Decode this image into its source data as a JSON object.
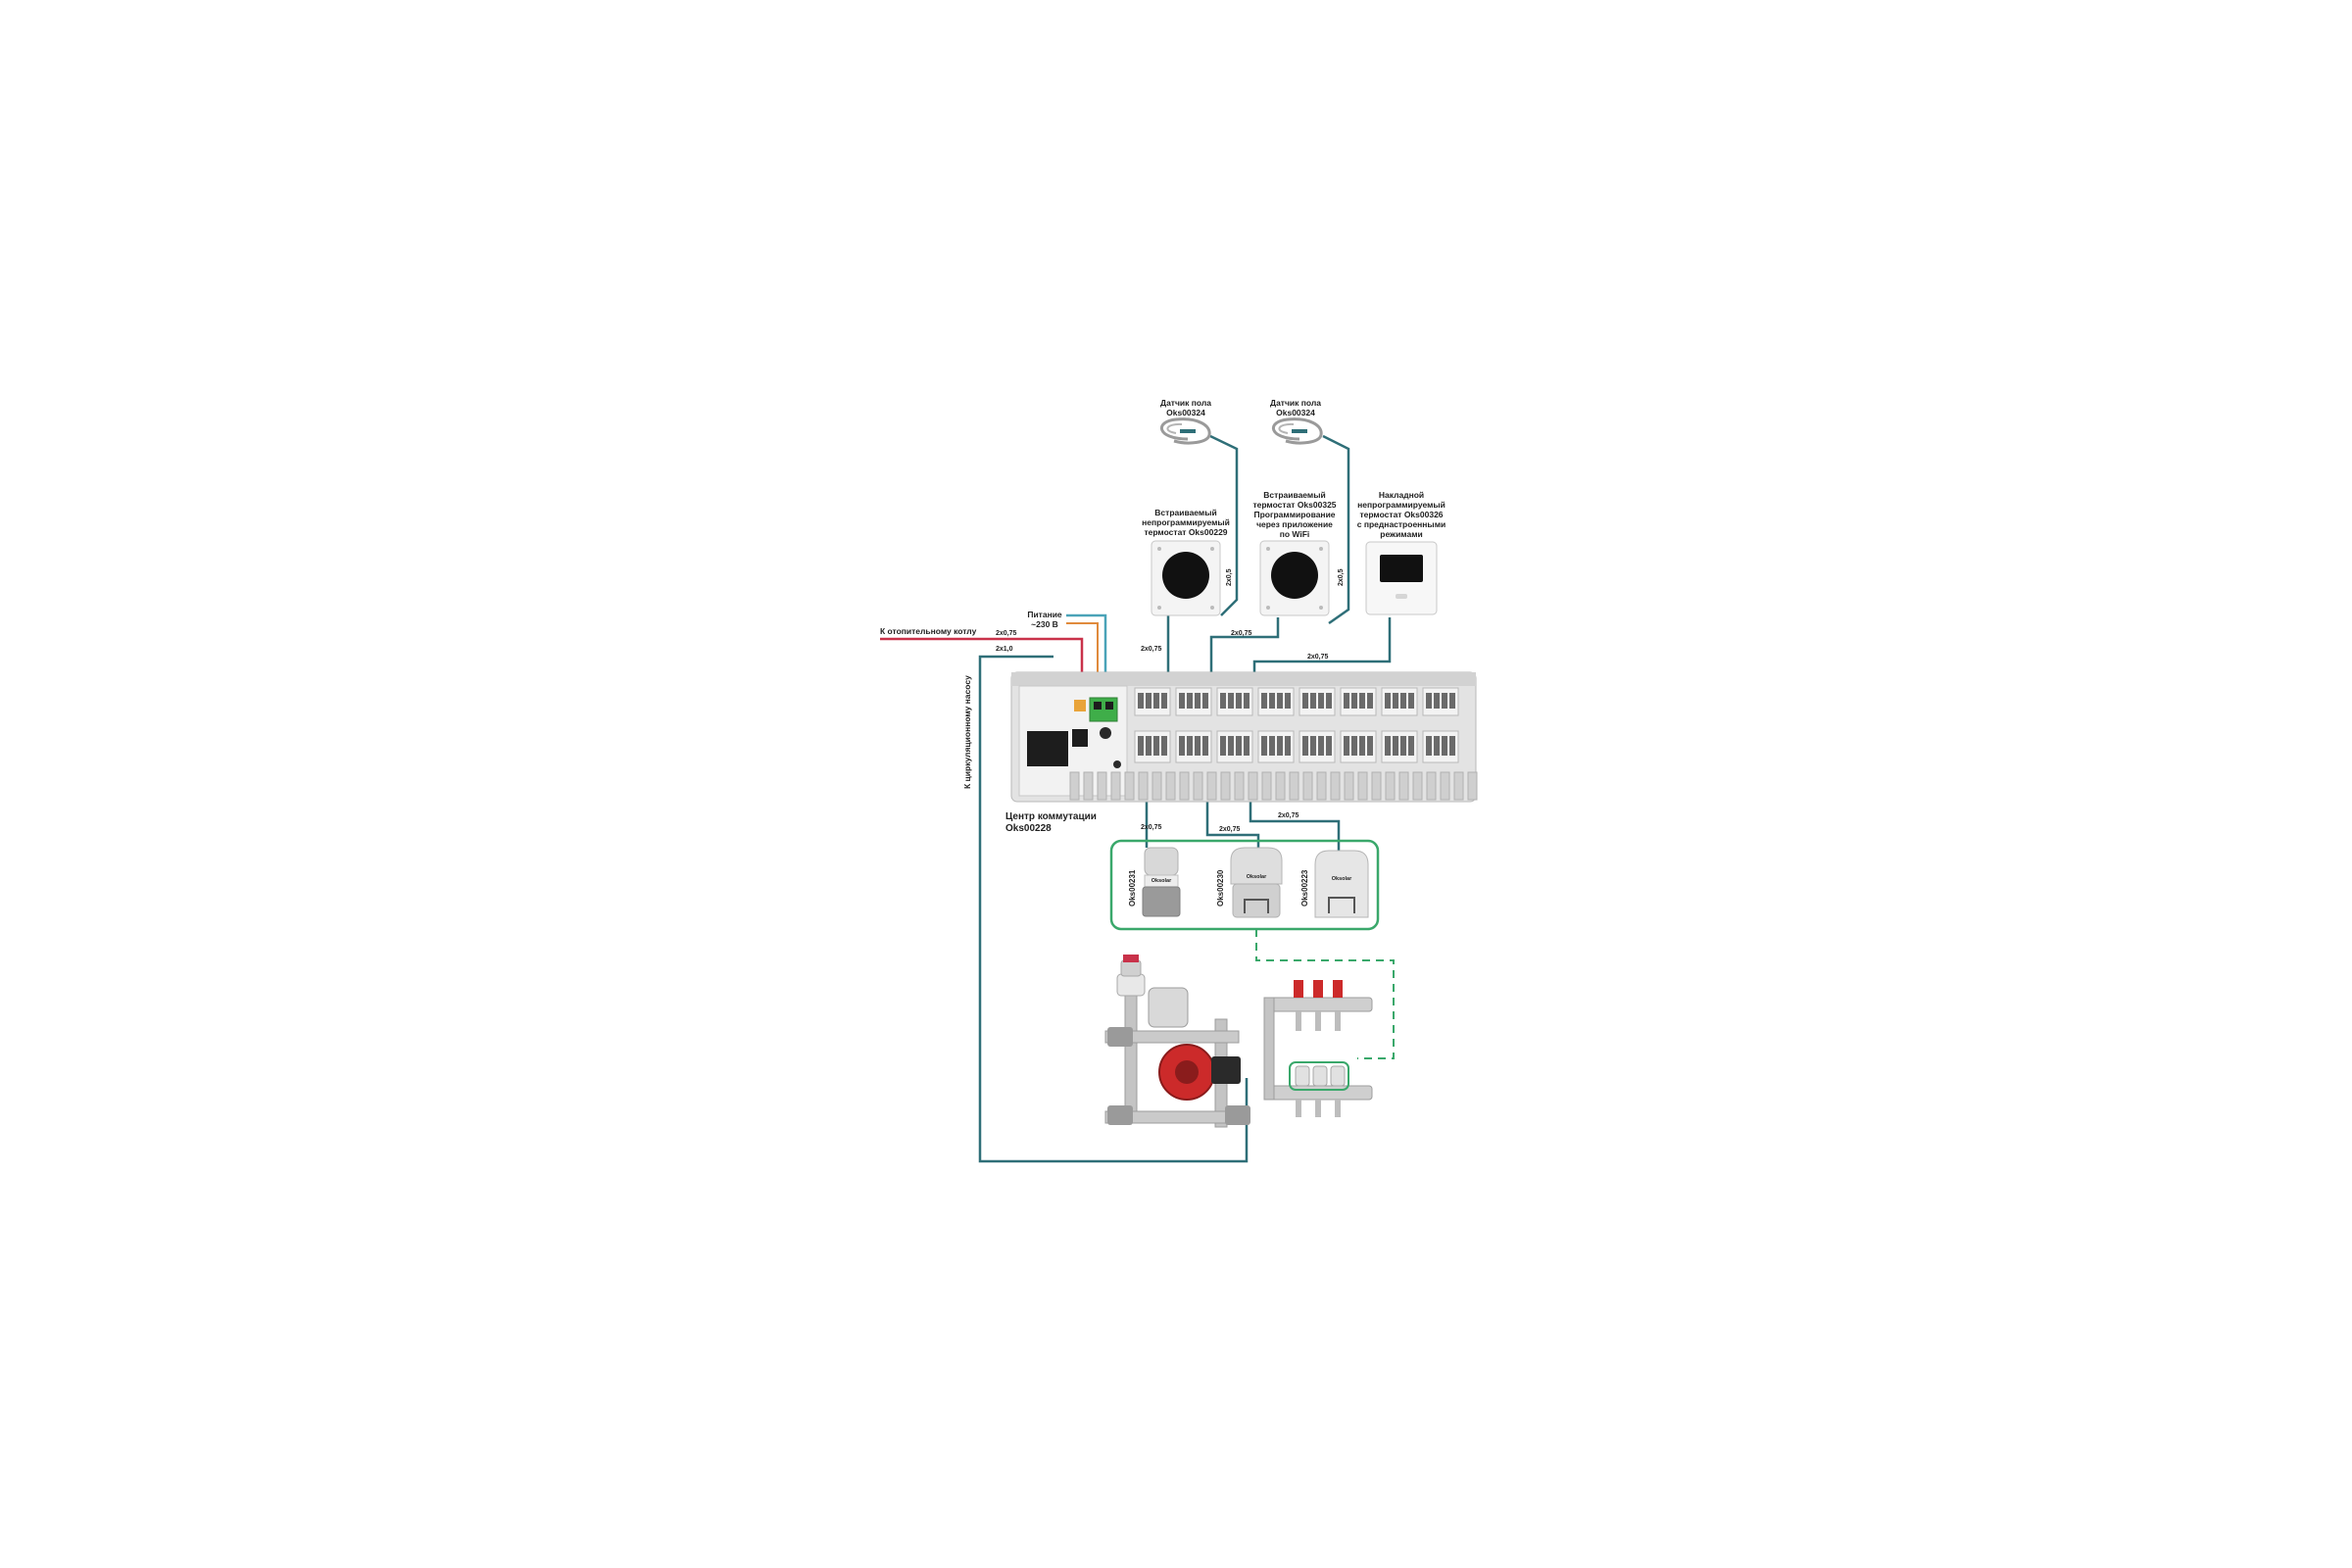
{
  "colors": {
    "cable_teal": "#2f6f78",
    "cable_cyan": "#4aa3b8",
    "cable_red": "#c9324a",
    "cable_orange": "#e08a3c",
    "group_border": "#3aa86b",
    "dashed_green": "#3aa86b",
    "housing": "#dcdcdc",
    "terminal_green": "#3fae49",
    "pump_red": "#cc2a2a"
  },
  "sensors": [
    {
      "title": "Датчик пола",
      "code": "Oks00324"
    },
    {
      "title": "Датчик пола",
      "code": "Oks00324"
    }
  ],
  "thermostats": [
    {
      "lines": [
        "Встраиваемый",
        "непрограммируемый",
        "термостат Oks00229"
      ]
    },
    {
      "lines": [
        "Встраиваемый",
        "термостат Oks00325",
        "Программирование",
        "через приложение",
        "по WiFi"
      ]
    },
    {
      "lines": [
        "Накладной",
        "непрограммируемый",
        "термостат Oks00326",
        "с преднастроенными",
        "режимами"
      ]
    }
  ],
  "power": {
    "lines": [
      "Питание",
      "~230 В"
    ]
  },
  "boiler_label": "К отопительному котлу",
  "pump_label": "К циркуляционному насосу",
  "controller": {
    "lines": [
      "Центр коммутации",
      "Oks00228"
    ]
  },
  "cable_specs": {
    "boiler": "2х0,75",
    "pump": "2х1,0",
    "sensor1": "2х0,5",
    "sensor2": "2х0,5",
    "t1": "2х0,75",
    "t2": "2х0,75",
    "t3": "2х0,75",
    "a1": "2х0,75",
    "a2": "2х0,75",
    "a3": "2х0,75"
  },
  "actuators": [
    {
      "code": "Oks00231",
      "brand": "Oksolar"
    },
    {
      "code": "Oks00230",
      "brand": "Oksolar"
    },
    {
      "code": "Oks00223",
      "brand": "Oksolar"
    }
  ]
}
